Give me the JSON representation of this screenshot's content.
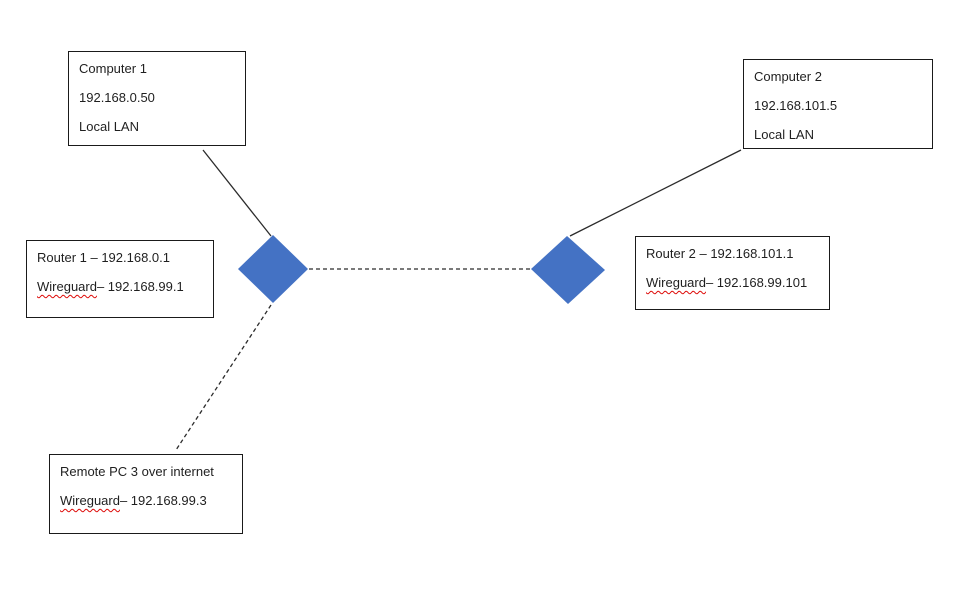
{
  "colors": {
    "diamond_fill": "#4472C4",
    "connector": "#2b2b2b",
    "box_border": "#1a1a1a",
    "text": "#1f1f1f",
    "squiggle": "#dd0806",
    "background": "#ffffff"
  },
  "nodes": {
    "computer1": {
      "line1": "Computer 1",
      "line2": "192.168.0.50",
      "line3": "Local LAN"
    },
    "computer2": {
      "line1": "Computer 2",
      "line2": "192.168.101.5",
      "line3": "Local LAN"
    },
    "router1": {
      "line1": "Router 1 – 192.168.0.1",
      "wireguard_word": "Wireguard",
      "wireguard_rest": " – 192.168.99.1"
    },
    "router2": {
      "line1": "Router 2 – 192.168.101.1",
      "wireguard_word": "Wireguard",
      "wireguard_rest": " – 192.168.99.101"
    },
    "remote_pc3": {
      "line1": "Remote PC 3 over internet",
      "wireguard_word": "Wireguard",
      "wireguard_rest": " – 192.168.99.3"
    }
  }
}
